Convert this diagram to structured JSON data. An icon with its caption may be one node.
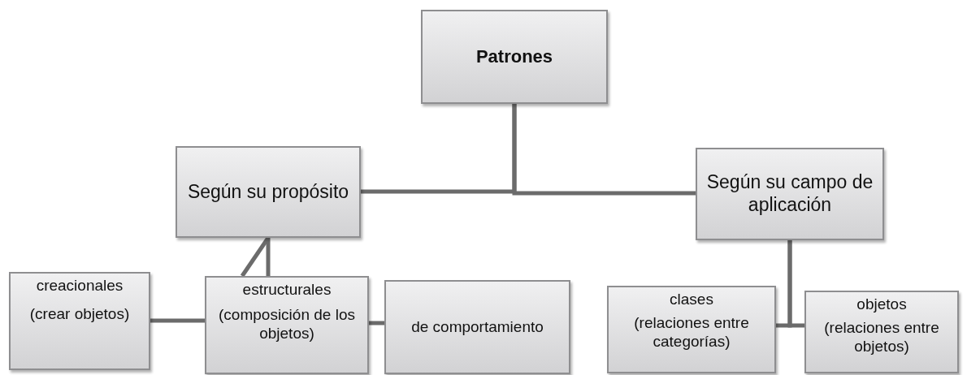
{
  "diagram": {
    "nodes": [
      {
        "text": [
          "Patrones"
        ]
      },
      {
        "text": [
          "Según su propósito"
        ]
      },
      {
        "text": [
          "Según su campo de aplicación"
        ]
      },
      {
        "text": [
          "creacionales",
          "(crear objetos)"
        ]
      },
      {
        "text": [
          "estructurales",
          "(composición de los objetos)"
        ]
      },
      {
        "text": [
          "de comportamiento"
        ]
      },
      {
        "text": [
          "clases",
          "(relaciones entre categorías)"
        ]
      },
      {
        "text": [
          "objetos",
          "(relaciones entre objetos)"
        ]
      }
    ],
    "edges": [
      {
        "from": 0,
        "to": 1,
        "arrow": "none"
      },
      {
        "from": 0,
        "to": 2,
        "arrow": "none"
      },
      {
        "from": 1,
        "to": 4,
        "arrow": "none"
      },
      {
        "from": 1,
        "to": 4,
        "arrow": "none"
      },
      {
        "from": 3,
        "to": 4,
        "arrow": "none"
      },
      {
        "from": 4,
        "to": 5,
        "arrow": "none"
      },
      {
        "from": 2,
        "to": 6,
        "arrow": "none"
      },
      {
        "from": 2,
        "to": 7,
        "arrow": "none"
      }
    ]
  }
}
